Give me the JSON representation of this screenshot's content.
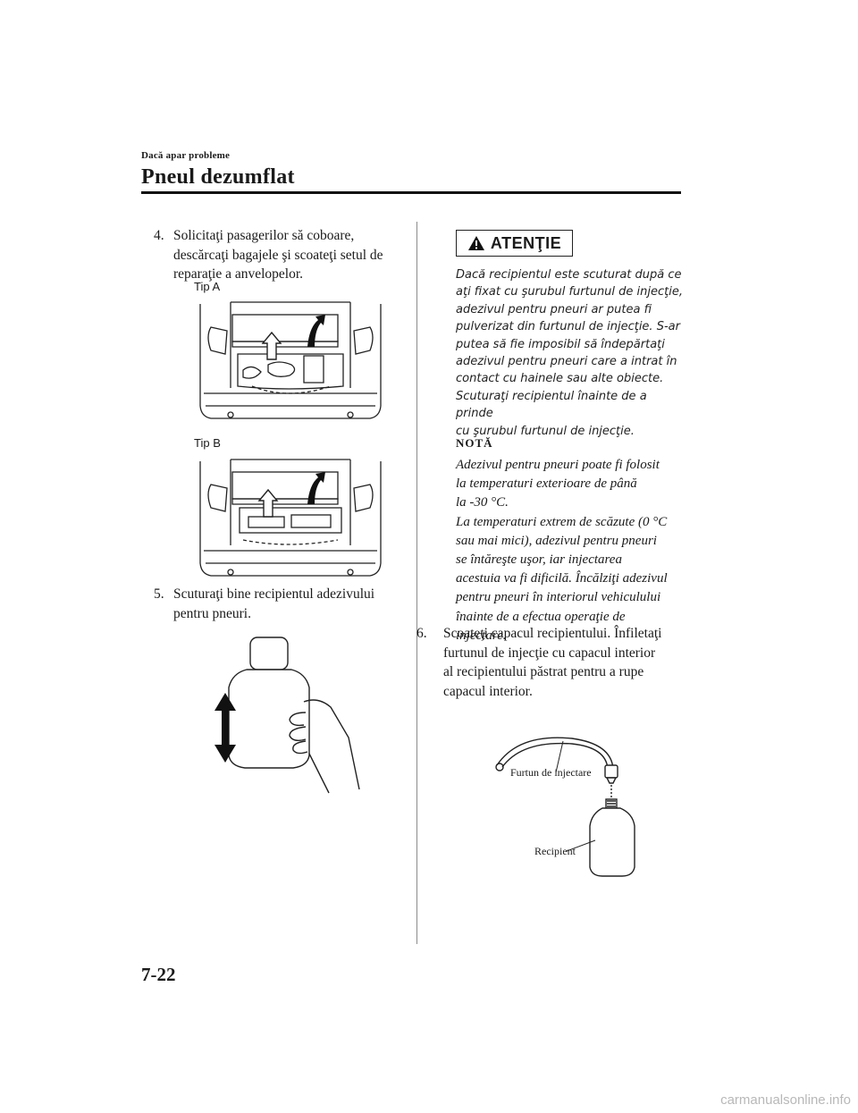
{
  "header": {
    "section": "Dacă apar probleme",
    "title": "Pneul dezumflat"
  },
  "left": {
    "step4": {
      "number": "4.",
      "lines": [
        "Solicitaţi pasagerilor să coboare,",
        "descărcaţi bagajele şi scoateţi setul de",
        "reparaţie a anvelopelor."
      ]
    },
    "tip_a": "Tip A",
    "tip_b": "Tip B",
    "step5": {
      "number": "5.",
      "lines": [
        "Scuturaţi bine recipientul adezivului",
        "pentru pneuri."
      ]
    }
  },
  "right": {
    "warning": {
      "title": "ATENŢIE",
      "lines": [
        "Dacă recipientul este scuturat după ce",
        "aţi fixat cu şurubul furtunul de injecţie,",
        "adezivul pentru pneuri ar putea fi",
        "pulverizat din furtunul de injecţie. S-ar",
        "putea să fie imposibil să îndepărtaţi",
        "adezivul pentru pneuri care a intrat în",
        "contact cu hainele sau alte obiecte.",
        "Scuturaţi recipientul înainte de a prinde",
        "cu şurubul furtunul de injecţie."
      ]
    },
    "note": {
      "label": "NOTĂ",
      "lines": [
        "Adezivul pentru pneuri poate fi folosit",
        "la temperaturi exterioare de până",
        "la -30 °C.",
        "La temperaturi extrem de scăzute (0 °C",
        "sau mai mici), adezivul pentru pneuri",
        "se întăreşte uşor, iar injectarea",
        "acestuia va fi dificilă. Încălziţi adezivul",
        "pentru pneuri în interiorul vehiculului",
        "înainte de a efectua operaţie de",
        "injectare."
      ]
    },
    "step6": {
      "number": "6.",
      "lines": [
        "Scoateţi capacul recipientului. Înfiletaţi",
        "furtunul de injecţie cu capacul interior",
        "al recipientului păstrat pentru a rupe",
        "capacul interior."
      ]
    },
    "figure_labels": {
      "hose": "Furtun de injectare",
      "container": "Recipient"
    }
  },
  "footer": {
    "page_number": "7-22",
    "watermark": "carmanualsonline.info"
  }
}
